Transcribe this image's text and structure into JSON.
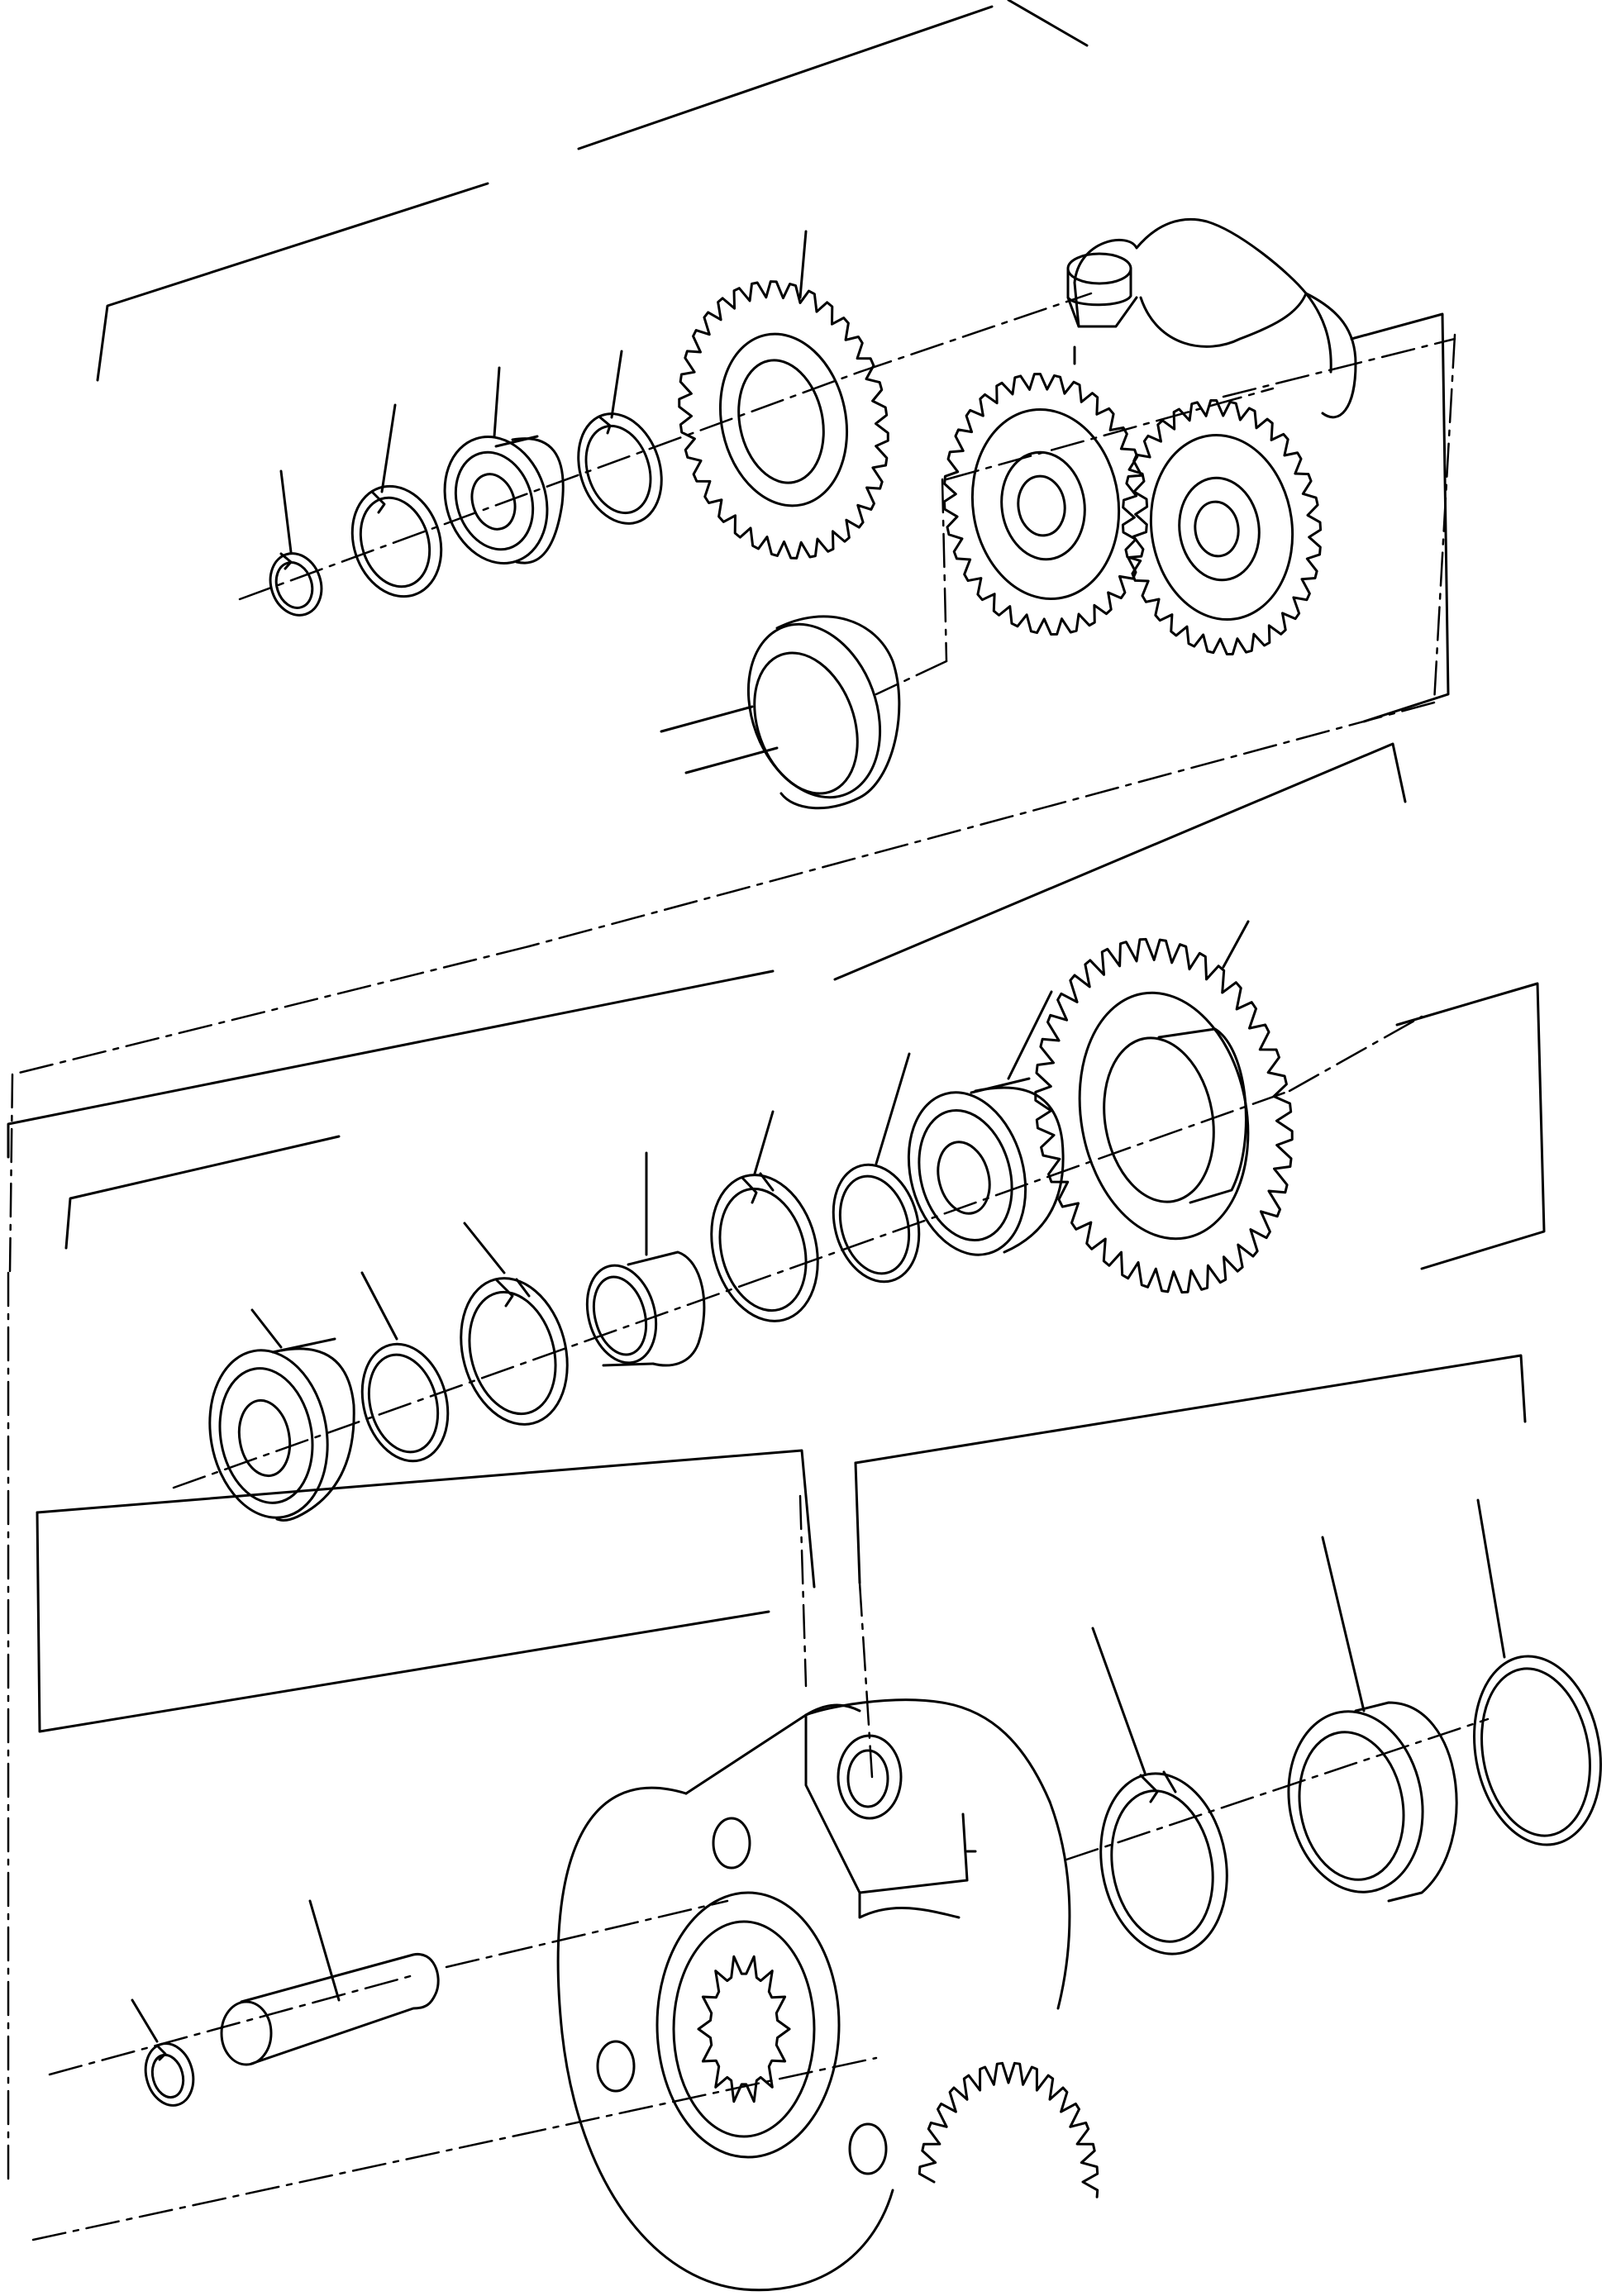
{
  "diagram": {
    "type": "exploded-parts-view",
    "line_color": "#000000",
    "background_color": "#ffffff",
    "printed_text": []
  },
  "parts": [
    {
      "group": "upper-gear-assembly",
      "name": "snap-ring-small-upper"
    },
    {
      "group": "upper-gear-assembly",
      "name": "retaining-ring-upper"
    },
    {
      "group": "upper-gear-assembly",
      "name": "bearing-upper"
    },
    {
      "group": "upper-gear-assembly",
      "name": "snap-ring-upper"
    },
    {
      "group": "upper-gear-assembly",
      "name": "idler-gear-upper"
    },
    {
      "group": "upper-gear-assembly",
      "name": "carrier-bracket-with-shaft"
    },
    {
      "group": "upper-gear-assembly",
      "name": "twin-gear-left"
    },
    {
      "group": "upper-gear-assembly",
      "name": "twin-gear-right"
    },
    {
      "group": "upper-gear-assembly",
      "name": "seal-cup"
    },
    {
      "group": "middle-gear-assembly",
      "name": "bearing-left"
    },
    {
      "group": "middle-gear-assembly",
      "name": "shim-washer-left"
    },
    {
      "group": "middle-gear-assembly",
      "name": "retaining-ring-left"
    },
    {
      "group": "middle-gear-assembly",
      "name": "bushing-sleeve"
    },
    {
      "group": "middle-gear-assembly",
      "name": "retaining-ring-right"
    },
    {
      "group": "middle-gear-assembly",
      "name": "shim-washer-right"
    },
    {
      "group": "middle-gear-assembly",
      "name": "bearing-right"
    },
    {
      "group": "middle-gear-assembly",
      "name": "large-gear"
    },
    {
      "group": "lower-housing-assembly",
      "name": "planet-carrier-housing"
    },
    {
      "group": "lower-housing-assembly",
      "name": "pin"
    },
    {
      "group": "lower-housing-assembly",
      "name": "snap-ring-pin"
    },
    {
      "group": "lower-housing-assembly",
      "name": "retaining-ring-lower"
    },
    {
      "group": "lower-housing-assembly",
      "name": "bearing-cup"
    },
    {
      "group": "lower-housing-assembly",
      "name": "o-ring-seal"
    }
  ]
}
